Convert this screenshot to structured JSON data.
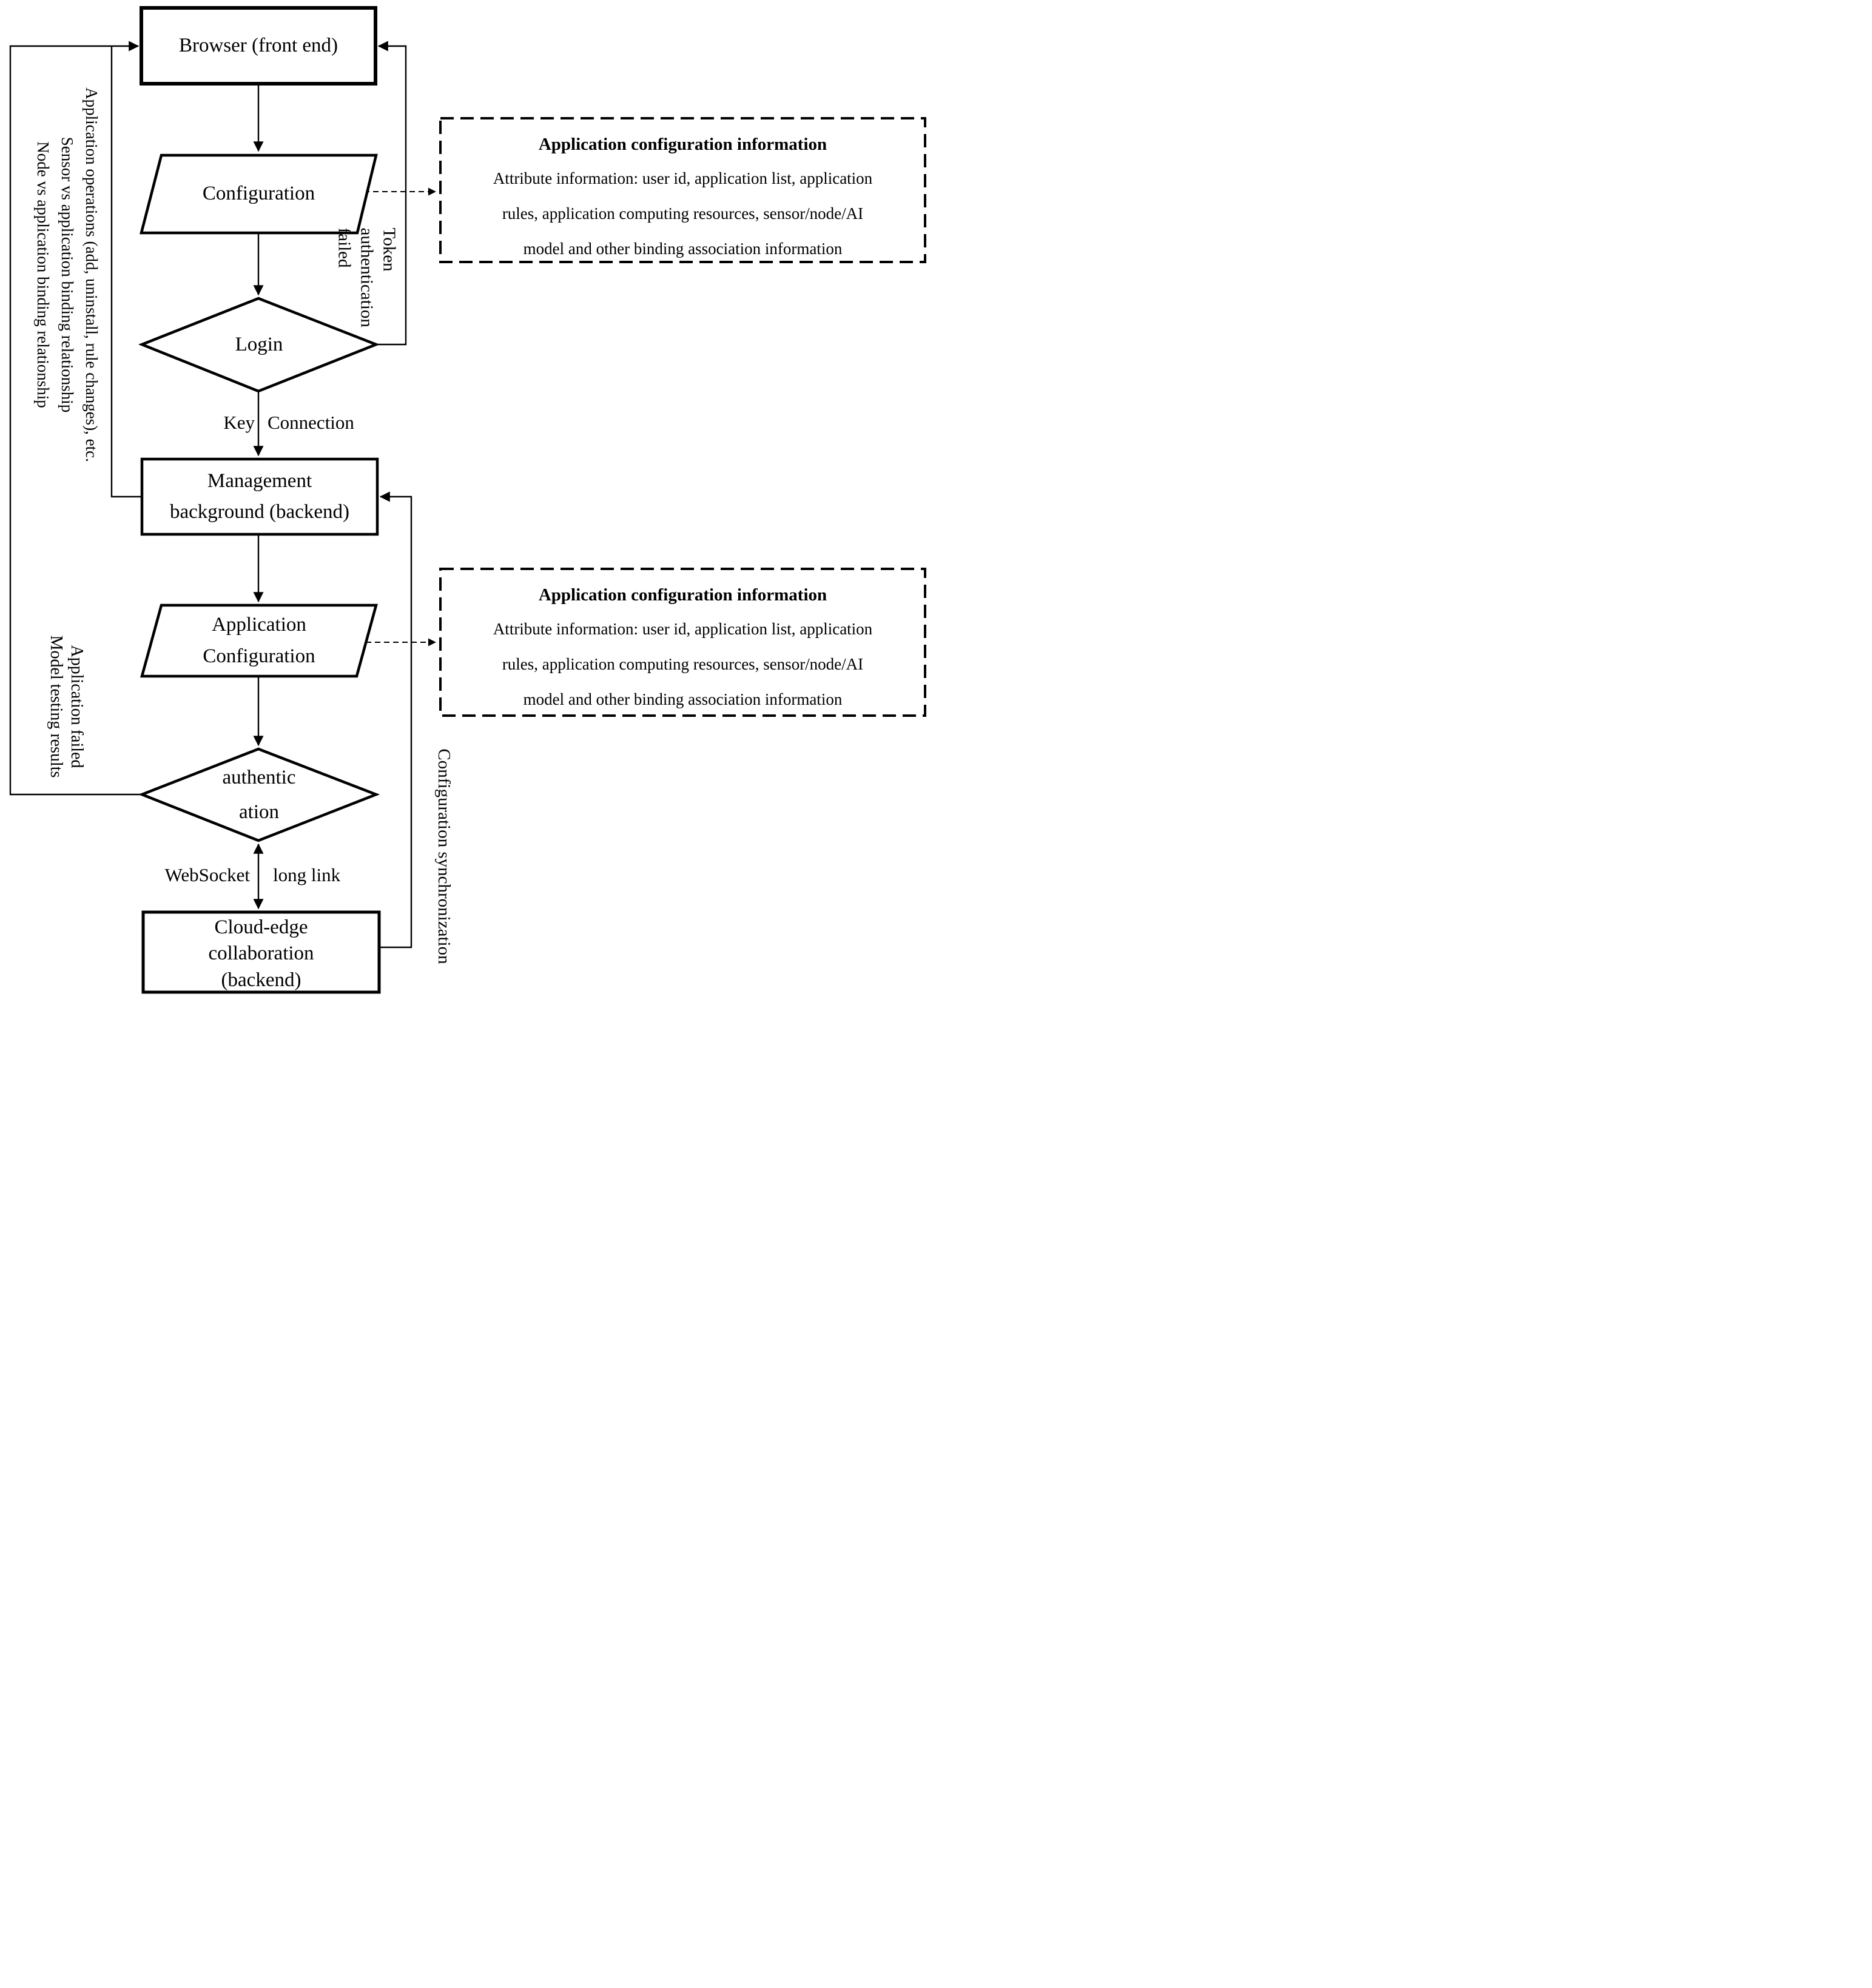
{
  "colors": {
    "stroke": "#000000",
    "fill": "#ffffff"
  },
  "nodes": {
    "browser": {
      "label": "Browser (front end)"
    },
    "configuration": {
      "label": "Configuration"
    },
    "login": {
      "label": "Login"
    },
    "management": {
      "line1": "Management",
      "line2": "background (backend)"
    },
    "app_config": {
      "line1": "Application",
      "line2": "Configuration"
    },
    "authentication": {
      "line1": "authentic",
      "line2": "ation"
    },
    "cloud_edge": {
      "line1": "Cloud-edge",
      "line2": "collaboration",
      "line3": "(backend)"
    }
  },
  "info_boxes": {
    "top": {
      "title": "Application configuration information",
      "body1": "Attribute information: user id, application list, application",
      "body2": "rules, application computing resources, sensor/node/AI",
      "body3": "model and other binding association information"
    },
    "bottom": {
      "title": "Application configuration information",
      "body1": "Attribute information: user id, application list, application",
      "body2": "rules, application computing resources, sensor/node/AI",
      "body3": "model and other binding association information"
    }
  },
  "edge_labels": {
    "key": "Key",
    "connection": "Connection",
    "websocket": "WebSocket",
    "long_link": "long link",
    "token_auth_failed": [
      "Token",
      "authentication",
      "failed"
    ],
    "config_sync": "Configuration synchronization",
    "app_operations": [
      "Application operations (add, uninstall, rule changes), etc.",
      "Sensor vs application binding relationship",
      "Node vs application binding relationship"
    ],
    "app_failed": [
      "Application failed",
      "Model testing results"
    ]
  }
}
